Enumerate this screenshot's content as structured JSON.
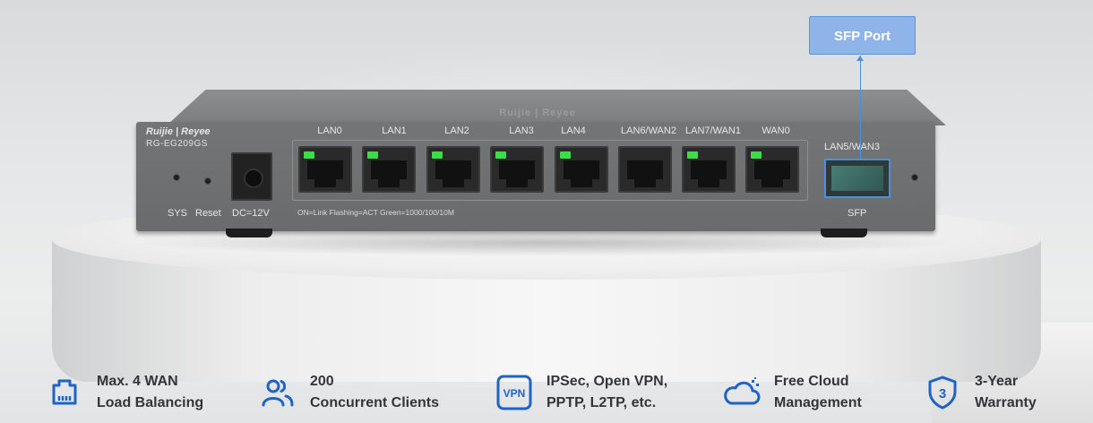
{
  "device": {
    "brand": "Ruijie | Reyee",
    "top_brand": "Ruijie | Reyee",
    "model": "RG-EG209GS",
    "sys_label": "SYS",
    "reset_label": "Reset",
    "dc_label": "DC=12V",
    "port_legend": "ON=Link Flashing=ACT Green=1000/100/10M",
    "ports": [
      "LAN0",
      "LAN1",
      "LAN2",
      "LAN3",
      "LAN4",
      "LAN6/WAN2",
      "LAN7/WAN1",
      "WAN0"
    ],
    "sfp_top_label": "LAN5/WAN3",
    "sfp_bottom_label": "SFP",
    "led_color": "#3fdc4a"
  },
  "callout": {
    "label": "SFP Port",
    "color": "#8fb4ea",
    "line_color": "#4a90e2"
  },
  "features": [
    {
      "icon": "ethernet-port-icon",
      "line1": "Max. 4 WAN",
      "line2": "Load Balancing"
    },
    {
      "icon": "users-icon",
      "line1": "200",
      "line2": "Concurrent Clients"
    },
    {
      "icon": "vpn-icon",
      "icon_text": "VPN",
      "line1": "IPSec, Open VPN,",
      "line2": "PPTP, L2TP, etc."
    },
    {
      "icon": "cloud-icon",
      "line1": "Free Cloud",
      "line2": "Management"
    },
    {
      "icon": "shield-icon",
      "icon_text": "3",
      "line1": "3-Year",
      "line2": "Warranty"
    }
  ],
  "accent_color": "#1f63c6"
}
